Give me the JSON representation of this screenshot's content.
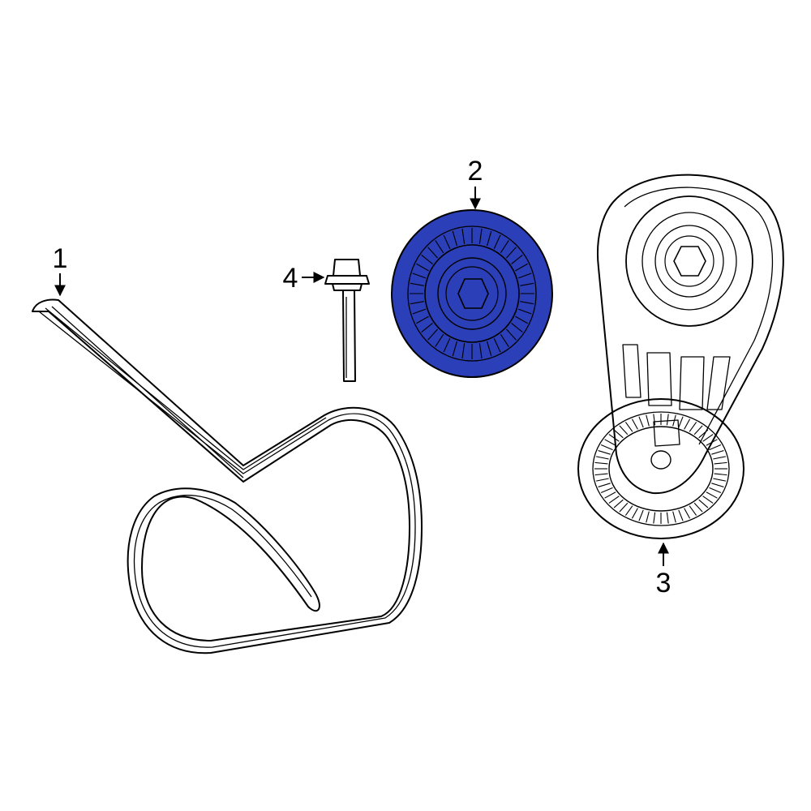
{
  "callouts": {
    "belt": "1",
    "idler_pulley": "2",
    "tensioner": "3",
    "bolt": "4"
  },
  "colors": {
    "highlight": "#2b3fb8",
    "line": "#000000",
    "background": "#ffffff"
  }
}
